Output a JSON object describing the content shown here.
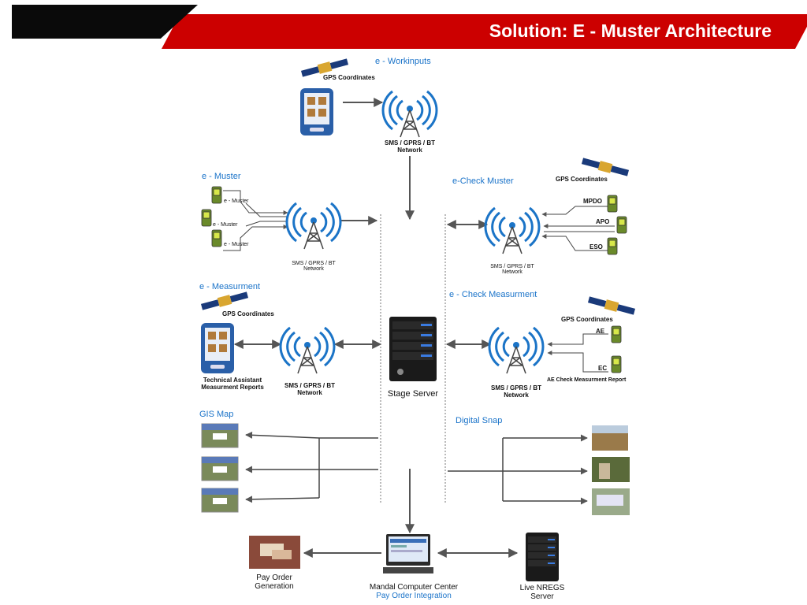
{
  "header": {
    "title": "Solution: E - Muster Architecture"
  },
  "sections": {
    "workinputs": "e - Workinputs",
    "muster": "e - Muster",
    "measurement": "e - Measurment",
    "gis_map": "GIS Map",
    "check_muster": "e-Check Muster",
    "check_measurement": "e - Check Measurment",
    "digital_snap": "Digital Snap"
  },
  "labels": {
    "gps": "GPS Coordinates",
    "network_line1": "SMS / GPRS / BT",
    "network_line2": "Network",
    "e_muster_phone": "e - Muster",
    "technical_assistant_line1": "Technical  Assistant",
    "technical_assistant_line2": "Measurment Reports",
    "stage_server": "Stage Server",
    "mpdo": "MPDO",
    "apo": "APO",
    "eso": "ESO",
    "ae": "AE",
    "ec": "EC",
    "ae_report": "AE Check Measurment Report",
    "pay_order_line1": "Pay Order",
    "pay_order_line2": "Generation",
    "mandal_center": "Mandal Computer Center",
    "pay_order_integration": "Pay Order Integration",
    "live_server_line1": "Live NREGS",
    "live_server_line2": "Server"
  },
  "colors": {
    "accent_red": "#cc0000",
    "link_blue": "#1a73c9",
    "arrow": "#555555"
  }
}
